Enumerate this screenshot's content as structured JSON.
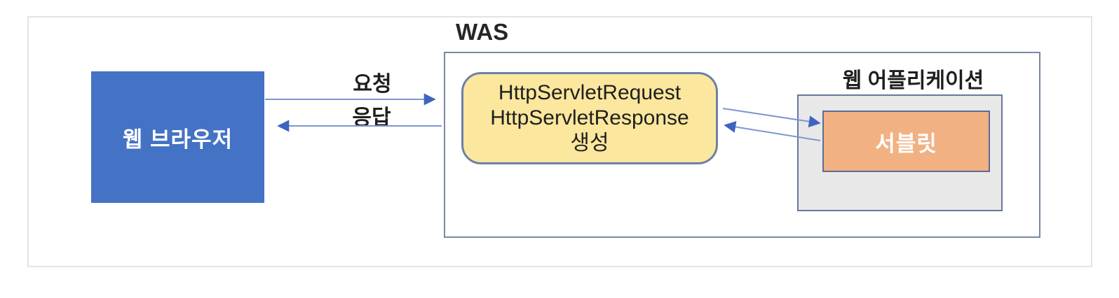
{
  "diagram": {
    "browser": {
      "label": "웹 브라우저"
    },
    "flow": {
      "request_label": "요청",
      "response_label": "응답"
    },
    "was": {
      "title": "WAS",
      "creation_box": {
        "line1": "HttpServletRequest",
        "line2": "HttpServletResponse",
        "line3": "생성"
      },
      "web_application": {
        "title": "웹 어플리케이션",
        "servlet": {
          "label": "서블릿"
        }
      }
    },
    "colors": {
      "browser_fill": "#4472C4",
      "creation_box_fill": "#FBE79D",
      "web_application_fill": "#E9E8E8",
      "servlet_fill": "#F2B183",
      "box_border": "#6D81A6",
      "arrow_line": "#7E97D0",
      "arrow_head": "#3F63C0",
      "frame_border": "#E4E4E4"
    }
  }
}
